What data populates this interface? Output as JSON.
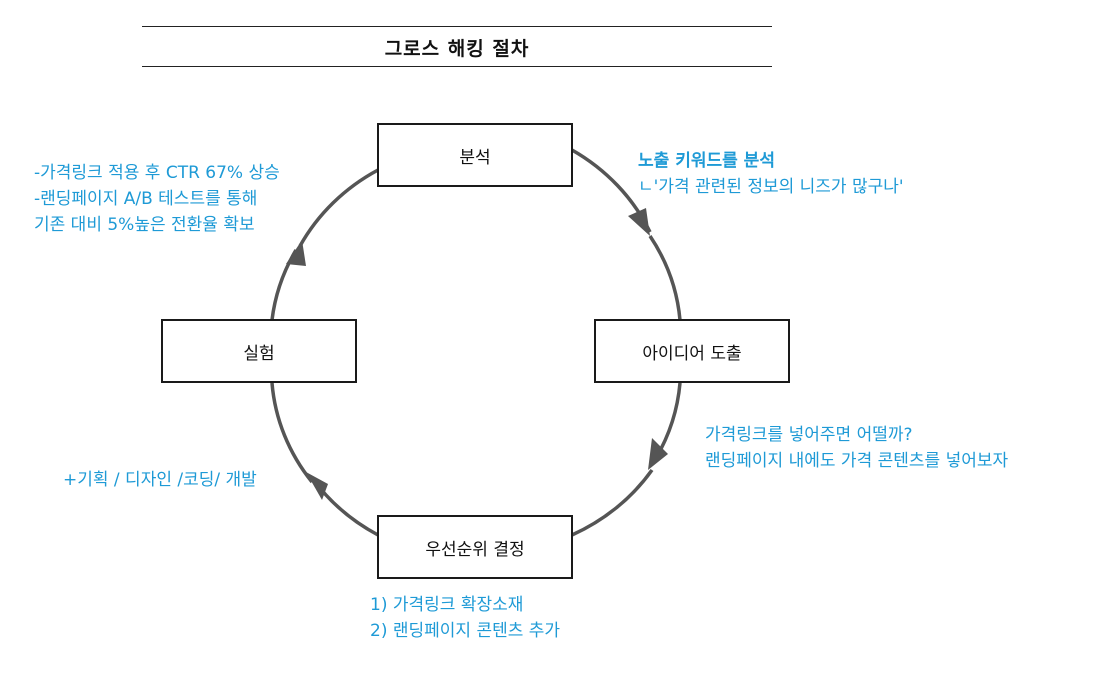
{
  "title": "그로스 해킹 절차",
  "accent_color": "#1e9ad6",
  "steps": {
    "analysis": "분석",
    "ideation": "아이디어 도출",
    "prioritize": "우선순위 결정",
    "experiment": "실험"
  },
  "notes": {
    "analysis": {
      "heading": "노출 키워드를 분석",
      "detail": "ㄴ'가격 관련된 정보의 니즈가 많구나'"
    },
    "ideation": {
      "line1": "가격링크를 넣어주면 어떨까?",
      "line2": "랜딩페이지 내에도 가격 콘텐츠를 넣어보자"
    },
    "prioritize": {
      "line1": "1)  가격링크 확장소재",
      "line2": "2)  랜딩페이지 콘텐츠 추가"
    },
    "experiment": {
      "line1": "+기획 / 디자인 /코딩/ 개발"
    },
    "results": {
      "line1": "-가격링크 적용 후 CTR 67% 상승",
      "line2": "-랜딩페이지 A/B 테스트를 통해",
      "line3": "기존 대비 5%높은 전환율 확보"
    }
  }
}
